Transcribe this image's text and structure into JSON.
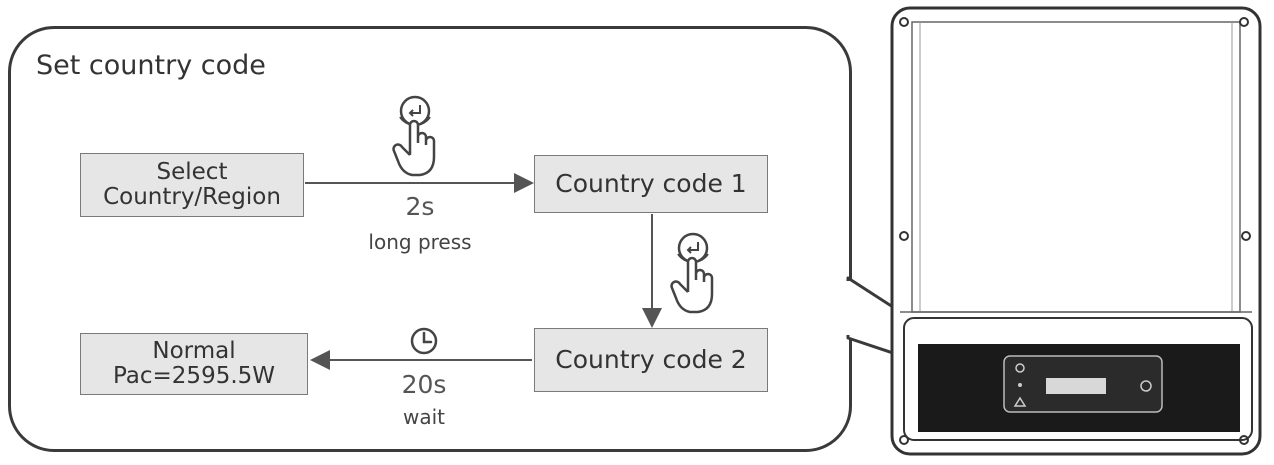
{
  "title": "Set country code",
  "steps": {
    "select": [
      "Select",
      "Country/Region"
    ],
    "code1": "Country code 1",
    "code2": "Country code 2",
    "normal": [
      "Normal",
      "Pac=2595.5W"
    ]
  },
  "labels": {
    "duration_press": "2s",
    "action_press": "long press",
    "duration_wait": "20s",
    "action_wait": "wait"
  },
  "icons": {
    "press": "hand-press-enter-icon",
    "timer": "clock-icon"
  },
  "colors": {
    "box_fill": "#e6e6e6",
    "stroke": "#3a3a3a",
    "display_panel": "#1a1a1a"
  }
}
